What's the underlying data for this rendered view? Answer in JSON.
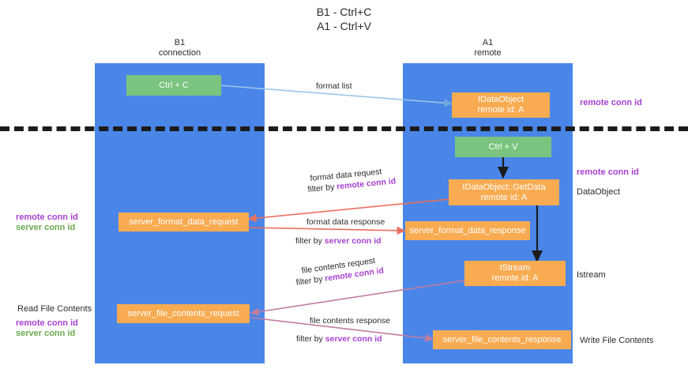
{
  "title": {
    "line1": "B1 - Ctrl+C",
    "line2": "A1 - Ctrl+V"
  },
  "columns": [
    {
      "name": "B1",
      "sub": "connection"
    },
    {
      "name": "A1",
      "sub": "remote"
    }
  ],
  "nodes": {
    "ctrl_c": {
      "l1": "Ctrl + C",
      "l2": "",
      "color": "#7bc47f"
    },
    "idataobject": {
      "l1": "IDataObject",
      "l2": "remote id: A",
      "color": "#f9ab51"
    },
    "ctrl_v": {
      "l1": "Ctrl + V",
      "l2": "",
      "color": "#7bc47f"
    },
    "getdata": {
      "l1": "IDataObject::GetData",
      "l2": "remote id: A",
      "color": "#f9ab51"
    },
    "fmt_request": {
      "l1": "server_format_data_request",
      "l2": "",
      "color": "#f9ab51"
    },
    "fmt_response": {
      "l1": "server_format_data_response",
      "l2": "",
      "color": "#f9ab51"
    },
    "istream": {
      "l1": "IStream",
      "l2": "remote id: A",
      "color": "#f9ab51"
    },
    "file_request": {
      "l1": "server_file_contents_request",
      "l2": "",
      "color": "#f9ab51"
    },
    "file_response": {
      "l1": "server_file_contents_response",
      "l2": "",
      "color": "#f9ab51"
    }
  },
  "messages": {
    "format_list": "format list",
    "fmt_req_a": "format data request",
    "fmt_req_b_pre": "filter by ",
    "fmt_req_b_id": "remote conn id",
    "fmt_resp_a": "format data response",
    "fmt_resp_b_pre": "filter by ",
    "fmt_resp_b_id": "server conn id",
    "file_req_a": "file contents request",
    "file_req_b_pre": "filter by ",
    "file_req_b_id": "remote conn id",
    "file_resp_a": "file contents response",
    "file_resp_b_pre": "filter by ",
    "file_resp_b_id": "server conn id"
  },
  "side_labels": {
    "right_remote_conn_top": "remote conn id",
    "right_remote_conn_mid": "remote conn id",
    "right_dataobject": "DataObject",
    "right_istream": "Istream",
    "right_write_file": "Write File Contents",
    "left_remote_conn_1": "remote conn id",
    "left_server_conn_1": "server conn id",
    "left_read_file": "Read File Contents",
    "left_remote_conn_2": "remote conn id",
    "left_server_conn_2": "server conn id"
  },
  "colors": {
    "lane": "#4a86e8",
    "green_node": "#7bc47f",
    "orange_node": "#f9ab51",
    "purple_text": "#a741d1",
    "green_text": "#6aa84f",
    "arrow_blue": "#9fc5e8",
    "arrow_red": "#e8705f",
    "arrow_purple": "#c27ba0",
    "arrow_black": "#1b1b1b",
    "divider": "#1b1b1b"
  }
}
